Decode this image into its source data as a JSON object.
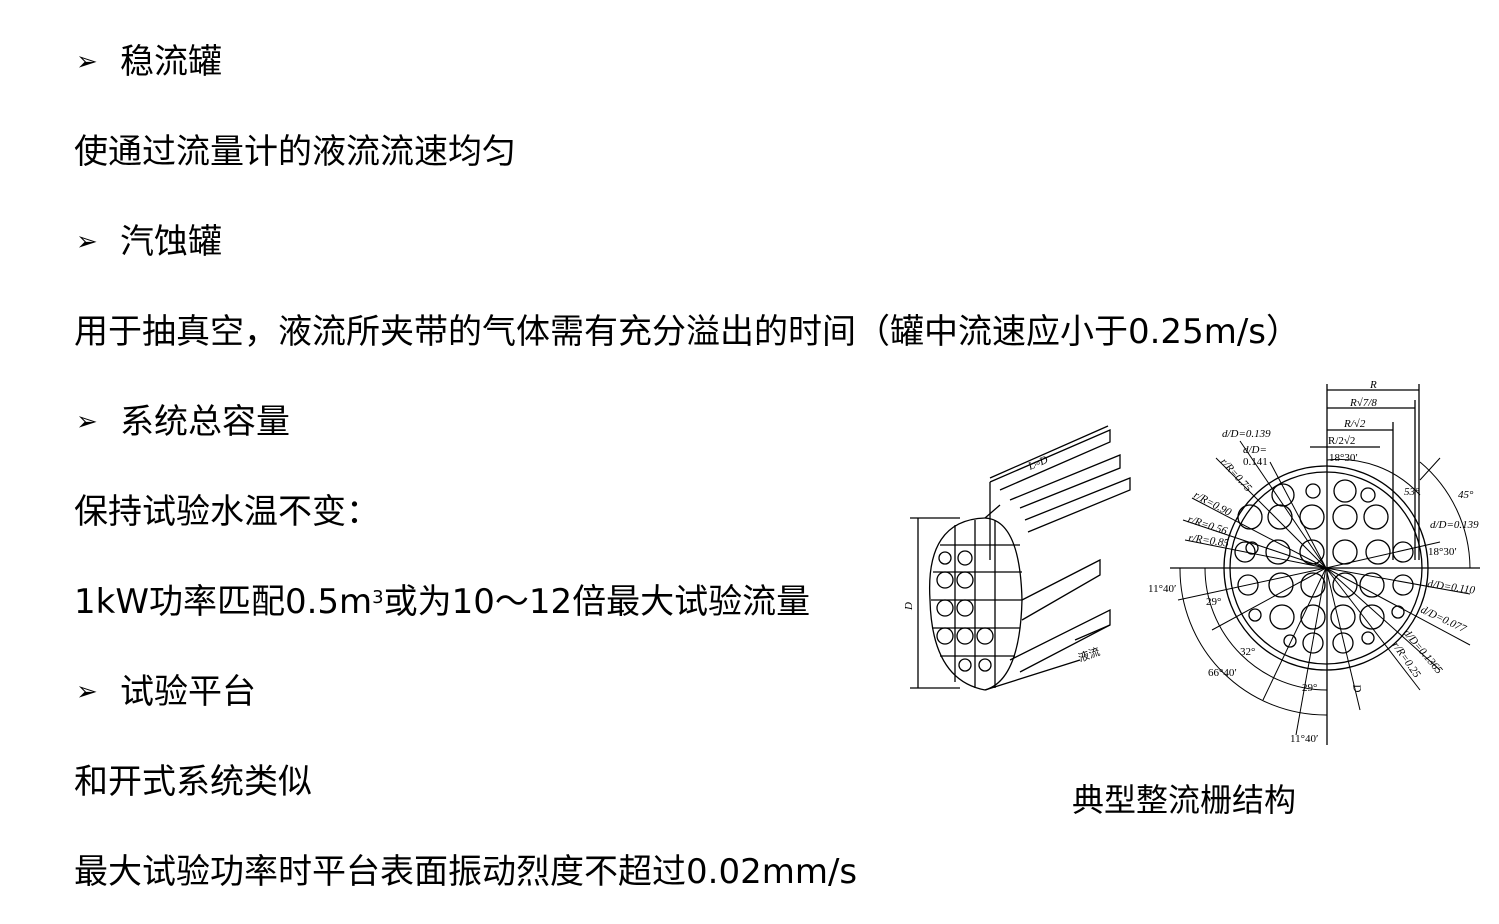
{
  "sections": [
    {
      "heading": "稳流罐",
      "lines": [
        "使通过流量计的液流流速均匀"
      ]
    },
    {
      "heading": "汽蚀罐",
      "lines": [
        "用于抽真空，液流所夹带的气体需有充分溢出的时间（罐中流速应小于0.25m/s）"
      ]
    },
    {
      "heading": "系统总容量",
      "lines": [
        "保持试验水温不变："
      ]
    },
    {
      "heading": "试验平台",
      "lines": [
        "和开式系统类似",
        "最大试验功率时平台表面振动烈度不超过0.02mm/s"
      ]
    }
  ],
  "capacity_line": {
    "before": "1kW功率匹配0.5m",
    "sup": "3",
    "after": "或为10～12倍最大试验流量"
  },
  "bullet_icon": "arrow-bullet-icon",
  "figure": {
    "caption": "典型整流栅结构",
    "left_labels": {
      "length": "L≈D",
      "diameter": "D",
      "flow": "液流"
    },
    "right_labels": {
      "R": "R",
      "R78": "R√7/8",
      "Rs2": "R/√2",
      "R2s2": "R/2√2",
      "a1830a": "18°30′",
      "dD139a": "d/D=0.139",
      "dD141a": "d/D=",
      "dD141b": "0.141",
      "rR75": "r/R=0.75",
      "rR90": "r/R=0.90",
      "rR56": "r/R=0.56",
      "rR85": "r/R=0.85",
      "a53": "53°",
      "a45": "45°",
      "dD139b": "d/D=0.139",
      "a1830b": "18°30′",
      "a1140a": "11°40′",
      "a29a": "29°",
      "dD110": "d/D=0.110",
      "dD077": "d/D=0.077",
      "a32": "32°",
      "dD1365": "d/D=0.1365",
      "rR25": "r/R=0.25",
      "a6640": "66°40′",
      "a29b": "29°",
      "D": "D",
      "a1140b": "11°40′"
    }
  }
}
